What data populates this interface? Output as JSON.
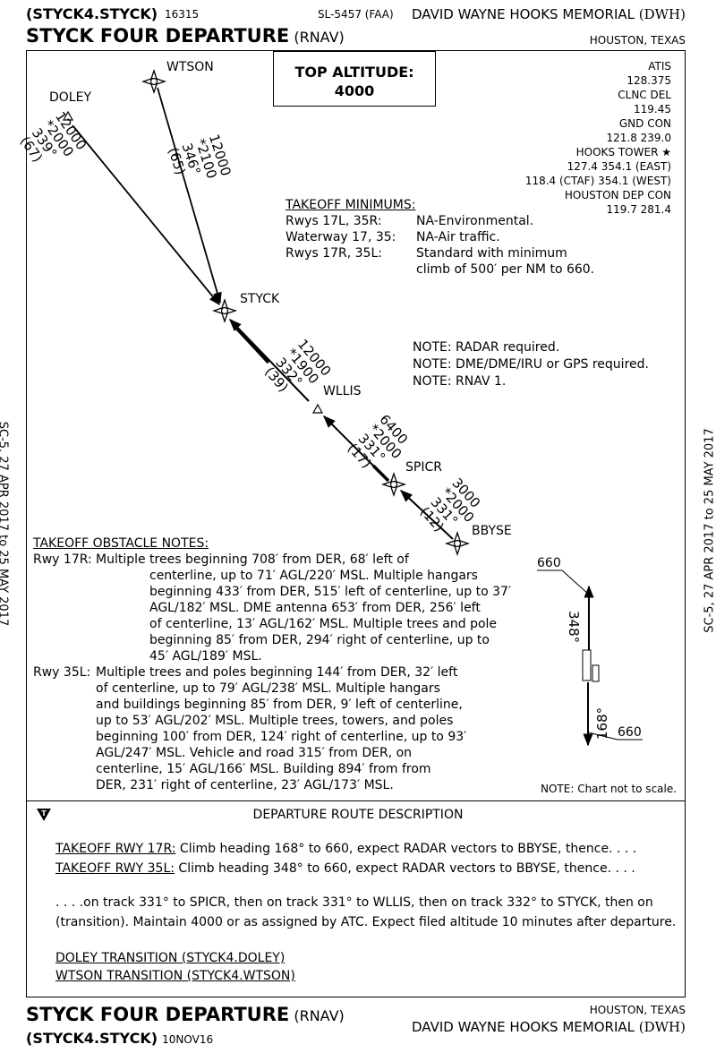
{
  "header": {
    "computer_code": "(STYCK4.STYCK)",
    "chart_number": "16315",
    "faa_ref": "SL-5457 (FAA)",
    "airport_name": "DAVID WAYNE HOOKS MEMORIAL",
    "airport_id": "(DWH)",
    "procedure_name": "STYCK FOUR DEPARTURE",
    "procedure_type": "(RNAV)",
    "city": "HOUSTON, TEXAS"
  },
  "top_altitude": {
    "label": "TOP ALTITUDE:",
    "value": "4000"
  },
  "comms": {
    "atis_label": "ATIS",
    "atis_freq": "128.375",
    "clnc_label": "CLNC DEL",
    "clnc_freq": "119.45",
    "gnd_label": "GND CON",
    "gnd_freq": "121.8  239.0",
    "tower_label": "HOOKS TOWER",
    "tower_east": "127.4  354.1  (EAST)",
    "tower_west": "118.4 (CTAF)  354.1  (WEST)",
    "dep_label": "HOUSTON DEP CON",
    "dep_freq": "119.7  281.4"
  },
  "takeoff_minimums": {
    "title": "TAKEOFF MINIMUMS:",
    "rows": [
      {
        "rwy": "Rwys 17L, 35R:",
        "text": "NA-Environmental."
      },
      {
        "rwy": "Waterway 17, 35:",
        "text": "NA-Air traffic."
      },
      {
        "rwy": "Rwys 17R, 35L:",
        "text": "Standard with minimum"
      }
    ],
    "cont": "climb of 500′ per NM to 660."
  },
  "notes": [
    "NOTE: RADAR required.",
    "NOTE: DME/DME/IRU or GPS required.",
    "NOTE: RNAV 1."
  ],
  "fixes": {
    "wtson": "WTSON",
    "doley": "DOLEY",
    "styck": "STYCK",
    "wllis": "WLLIS",
    "spicr": "SPICR",
    "bbyse": "BBYSE"
  },
  "legs": {
    "doley": {
      "mea": "12000",
      "moca": "*2000",
      "course": "339°",
      "dist": "(67)"
    },
    "wtson": {
      "mea": "12000",
      "moca": "*2100",
      "course": "346°",
      "dist": "(65)"
    },
    "styck": {
      "mea": "12000",
      "moca": "*1900",
      "course": "332°",
      "dist": "(39)"
    },
    "wllis": {
      "mea": "6400",
      "moca": "*2000",
      "course": "331°",
      "dist": "(17)"
    },
    "spicr": {
      "mea": "3000",
      "moca": "*2000",
      "course": "331°",
      "dist": "(12)"
    }
  },
  "runway_inset": {
    "alt_north": "660",
    "hdg_north": "348°",
    "hdg_south": "168°",
    "alt_south": "660"
  },
  "obstacle_notes": {
    "title": "TAKEOFF OBSTACLE NOTES:",
    "rwy17r_label": "Rwy 17R:",
    "rwy17r_lines": [
      "Multiple trees beginning 708′ from DER, 68′ left of",
      "centerline, up to 71′ AGL/220′ MSL. Multiple hangars",
      "beginning 433′ from DER, 515′ left of centerline, up to 37′",
      "AGL/182′ MSL. DME antenna 653′ from DER, 256′ left",
      "of centerline, 13′ AGL/162′ MSL. Multiple trees and pole",
      "beginning 85′ from DER, 294′ right of centerline, up to",
      "45′ AGL/189′ MSL."
    ],
    "rwy35l_label": "Rwy 35L:",
    "rwy35l_lines": [
      "Multiple trees and poles beginning 144′ from DER, 32′ left",
      "of centerline, up to 79′ AGL/238′ MSL. Multiple hangars",
      "and buildings beginning 85′ from DER, 9′ left of centerline,",
      "up to 53′ AGL/202′ MSL. Multiple trees, towers, and poles",
      "beginning 100′ from DER, 124′ right of centerline, up to 93′",
      "AGL/247′ MSL. Vehicle and road 315′ from DER, on",
      "centerline, 15′ AGL/166′ MSL. Building 894′ from from",
      "DER, 231′ right of centerline, 23′ AGL/173′ MSL."
    ]
  },
  "not_to_scale": "NOTE: Chart not to scale.",
  "route_description": {
    "title": "DEPARTURE ROUTE DESCRIPTION",
    "t17r_label": "TAKEOFF RWY 17R:",
    "t17r_text": " Climb heading 168° to 660, expect RADAR vectors to BBYSE, thence. . . .",
    "t35l_label": "TAKEOFF RWY 35L:",
    "t35l_text": " Climb heading 348° to 660, expect RADAR vectors to BBYSE, thence. . . .",
    "cont_line1": ". . . .on track 331° to SPICR, then on track 331° to WLLIS, then on track 332° to STYCK, then on",
    "cont_line2": "(transition). Maintain 4000 or as assigned by ATC. Expect filed altitude 10 minutes after departure.",
    "doley_trans": "DOLEY TRANSITION (STYCK4.DOLEY)",
    "wtson_trans": "WTSON TRANSITION (STYCK4.WTSON)"
  },
  "footer": {
    "procedure_name": "STYCK FOUR DEPARTURE",
    "procedure_type": "(RNAV)",
    "computer_code": "(STYCK4.STYCK)",
    "amendment_date": "10NOV16",
    "city": "HOUSTON, TEXAS",
    "airport_name": "DAVID WAYNE HOOKS MEMORIAL",
    "airport_id": "(DWH)"
  },
  "side_margin": {
    "left": "SC-5,  27 APR 2017  to  25 MAY 2017",
    "right": "SC-5,  27 APR 2017  to  25 MAY 2017"
  }
}
